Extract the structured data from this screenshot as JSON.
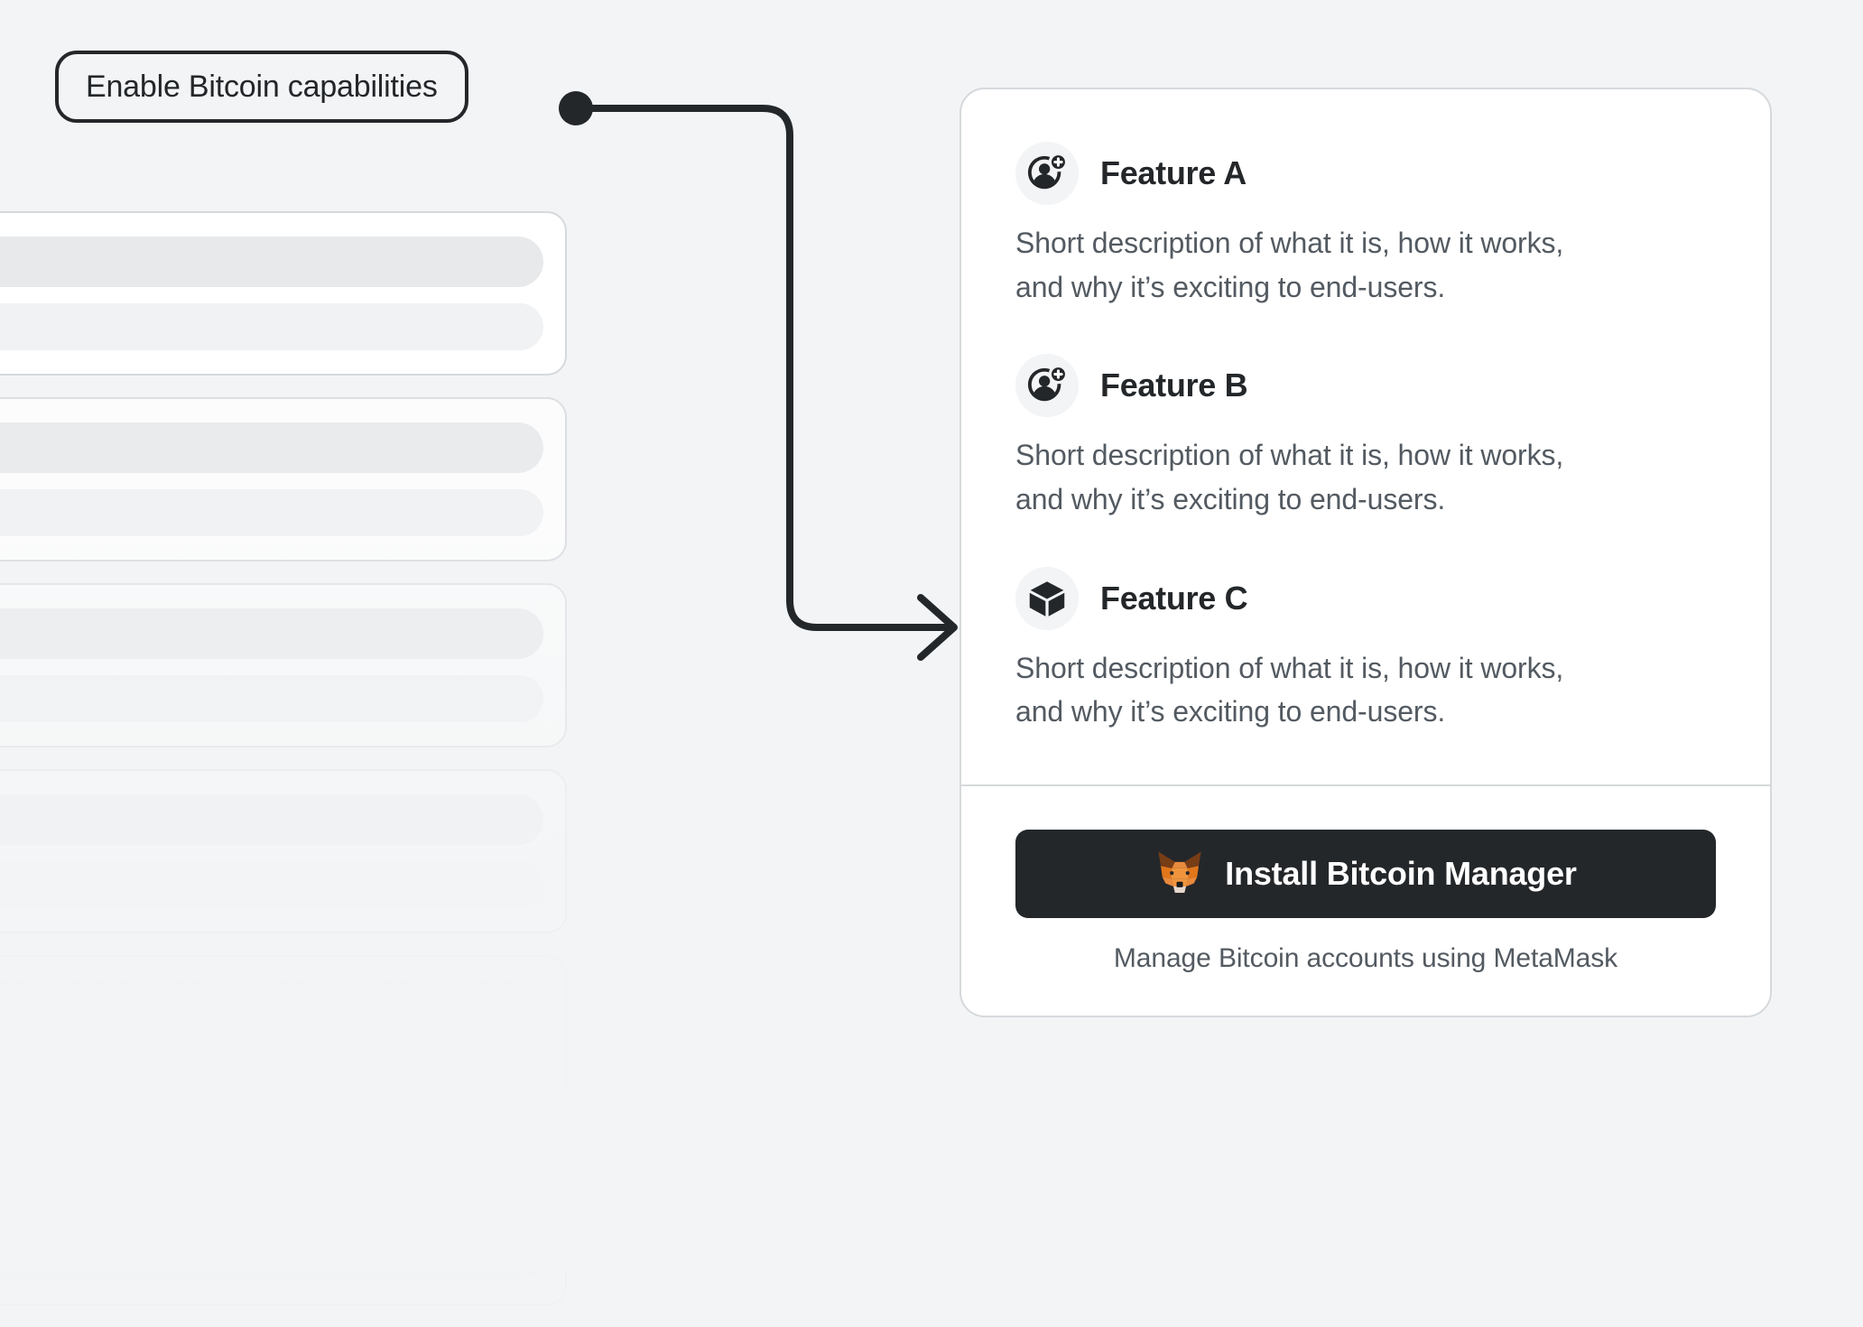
{
  "colors": {
    "page_background": "#F2F4F6",
    "card_background": "#FFFFFF",
    "border": "#D6D9DC",
    "text_primary": "#24272A",
    "text_secondary": "#535A61",
    "button_background": "#24272A",
    "button_text": "#FFFFFF",
    "connector": "#24272A",
    "icon_circle": "#F2F4F6",
    "fox_orange": "#E88A3C",
    "fox_orange_dark": "#E2761B",
    "fox_brown": "#763D16",
    "fox_cream": "#E4D7CD"
  },
  "callout": {
    "label": "Enable Bitcoin capabilities",
    "connector_icon": "arrow-right-icon",
    "dot_icon": "connector-dot-icon"
  },
  "card": {
    "features": [
      {
        "icon": "add-account-icon",
        "title": "Feature A",
        "description": "Short description of what it is, how it works, and why it’s exciting to end-users."
      },
      {
        "icon": "add-account-icon",
        "title": "Feature B",
        "description": "Short description of what it is, how it works, and why it’s exciting to end-users."
      },
      {
        "icon": "cube-icon",
        "title": "Feature C",
        "description": "Short description of what it is, how it works, and why it’s exciting to end-users."
      }
    ],
    "footer": {
      "button_icon": "metamask-fox-icon",
      "button_label": "Install Bitcoin Manager",
      "caption": "Manage Bitcoin accounts using MetaMask"
    }
  },
  "background_list": {
    "placeholder_count": 6,
    "description": "skeleton placeholder account rows"
  }
}
